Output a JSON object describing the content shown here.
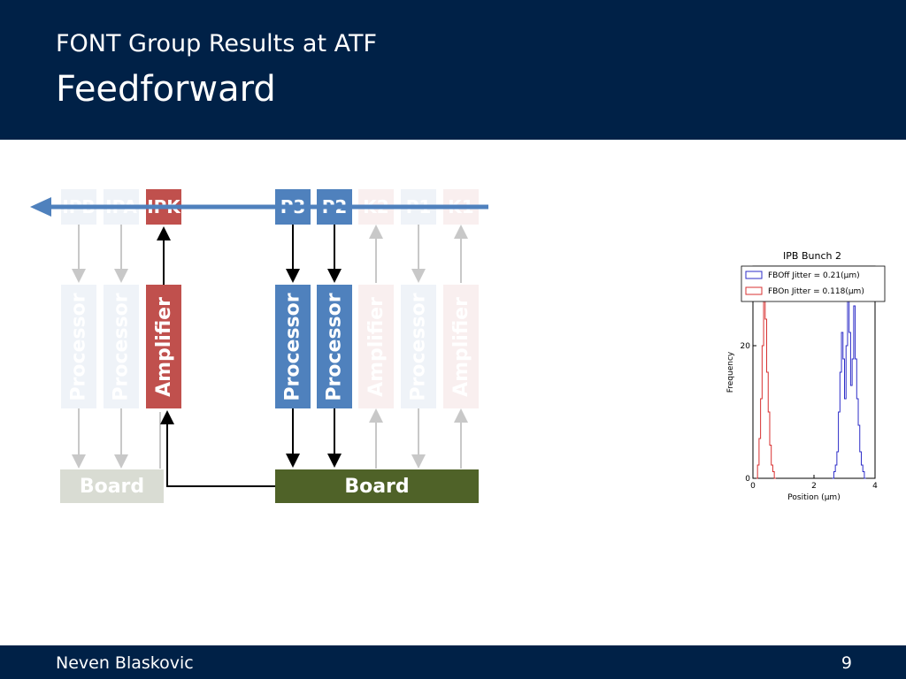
{
  "header": {
    "subtitle": "FONT Group Results at ATF",
    "title": "Feedforward"
  },
  "footer": {
    "author": "Neven Blaskovic",
    "page": "9"
  },
  "colors": {
    "header_bg": "#002147",
    "blue": "#4f81bd",
    "red": "#c0504d",
    "green": "#4f6228",
    "board_faded": "#d9dcd3",
    "beam_line": "#4f81bd"
  },
  "diagram": {
    "bpms": [
      "IPB",
      "IPA",
      "IPK",
      "P3",
      "P2",
      "K2",
      "P1",
      "K1"
    ],
    "modules": [
      "Processor",
      "Processor",
      "Amplifier",
      "Processor",
      "Processor",
      "Amplifier",
      "Processor",
      "Amplifier"
    ],
    "boards": [
      "Board",
      "Board"
    ]
  },
  "chart_data": {
    "type": "histogram",
    "title": "IPB Bunch 2",
    "xlabel": "Position (μm)",
    "ylabel": "Frequency",
    "xlim": [
      0,
      4
    ],
    "ylim": [
      0,
      32
    ],
    "xticks": [
      "0",
      "2",
      "4"
    ],
    "yticks": [
      "0",
      "20"
    ],
    "legend_position": "top",
    "series": [
      {
        "name": "FBOff Jitter = 0.21(μm)",
        "color": "#2e2ec8",
        "bins": [
          2.6,
          2.65,
          2.7,
          2.75,
          2.8,
          2.85,
          2.9,
          2.95,
          3.0,
          3.05,
          3.1,
          3.15,
          3.2,
          3.25,
          3.3,
          3.35,
          3.4,
          3.45,
          3.5,
          3.55,
          3.6,
          3.65,
          3.7
        ],
        "counts": [
          0,
          1,
          2,
          4,
          10,
          16,
          22,
          18,
          12,
          20,
          30,
          22,
          14,
          18,
          26,
          18,
          12,
          8,
          4,
          2,
          1,
          0
        ]
      },
      {
        "name": "FBOn Jitter = 0.118(μm)",
        "color": "#d83030",
        "bins": [
          0.1,
          0.15,
          0.2,
          0.25,
          0.3,
          0.35,
          0.4,
          0.45,
          0.5,
          0.55,
          0.6,
          0.65,
          0.7,
          0.75
        ],
        "counts": [
          0,
          2,
          6,
          12,
          20,
          28,
          24,
          16,
          10,
          5,
          2,
          1,
          0
        ]
      }
    ]
  }
}
